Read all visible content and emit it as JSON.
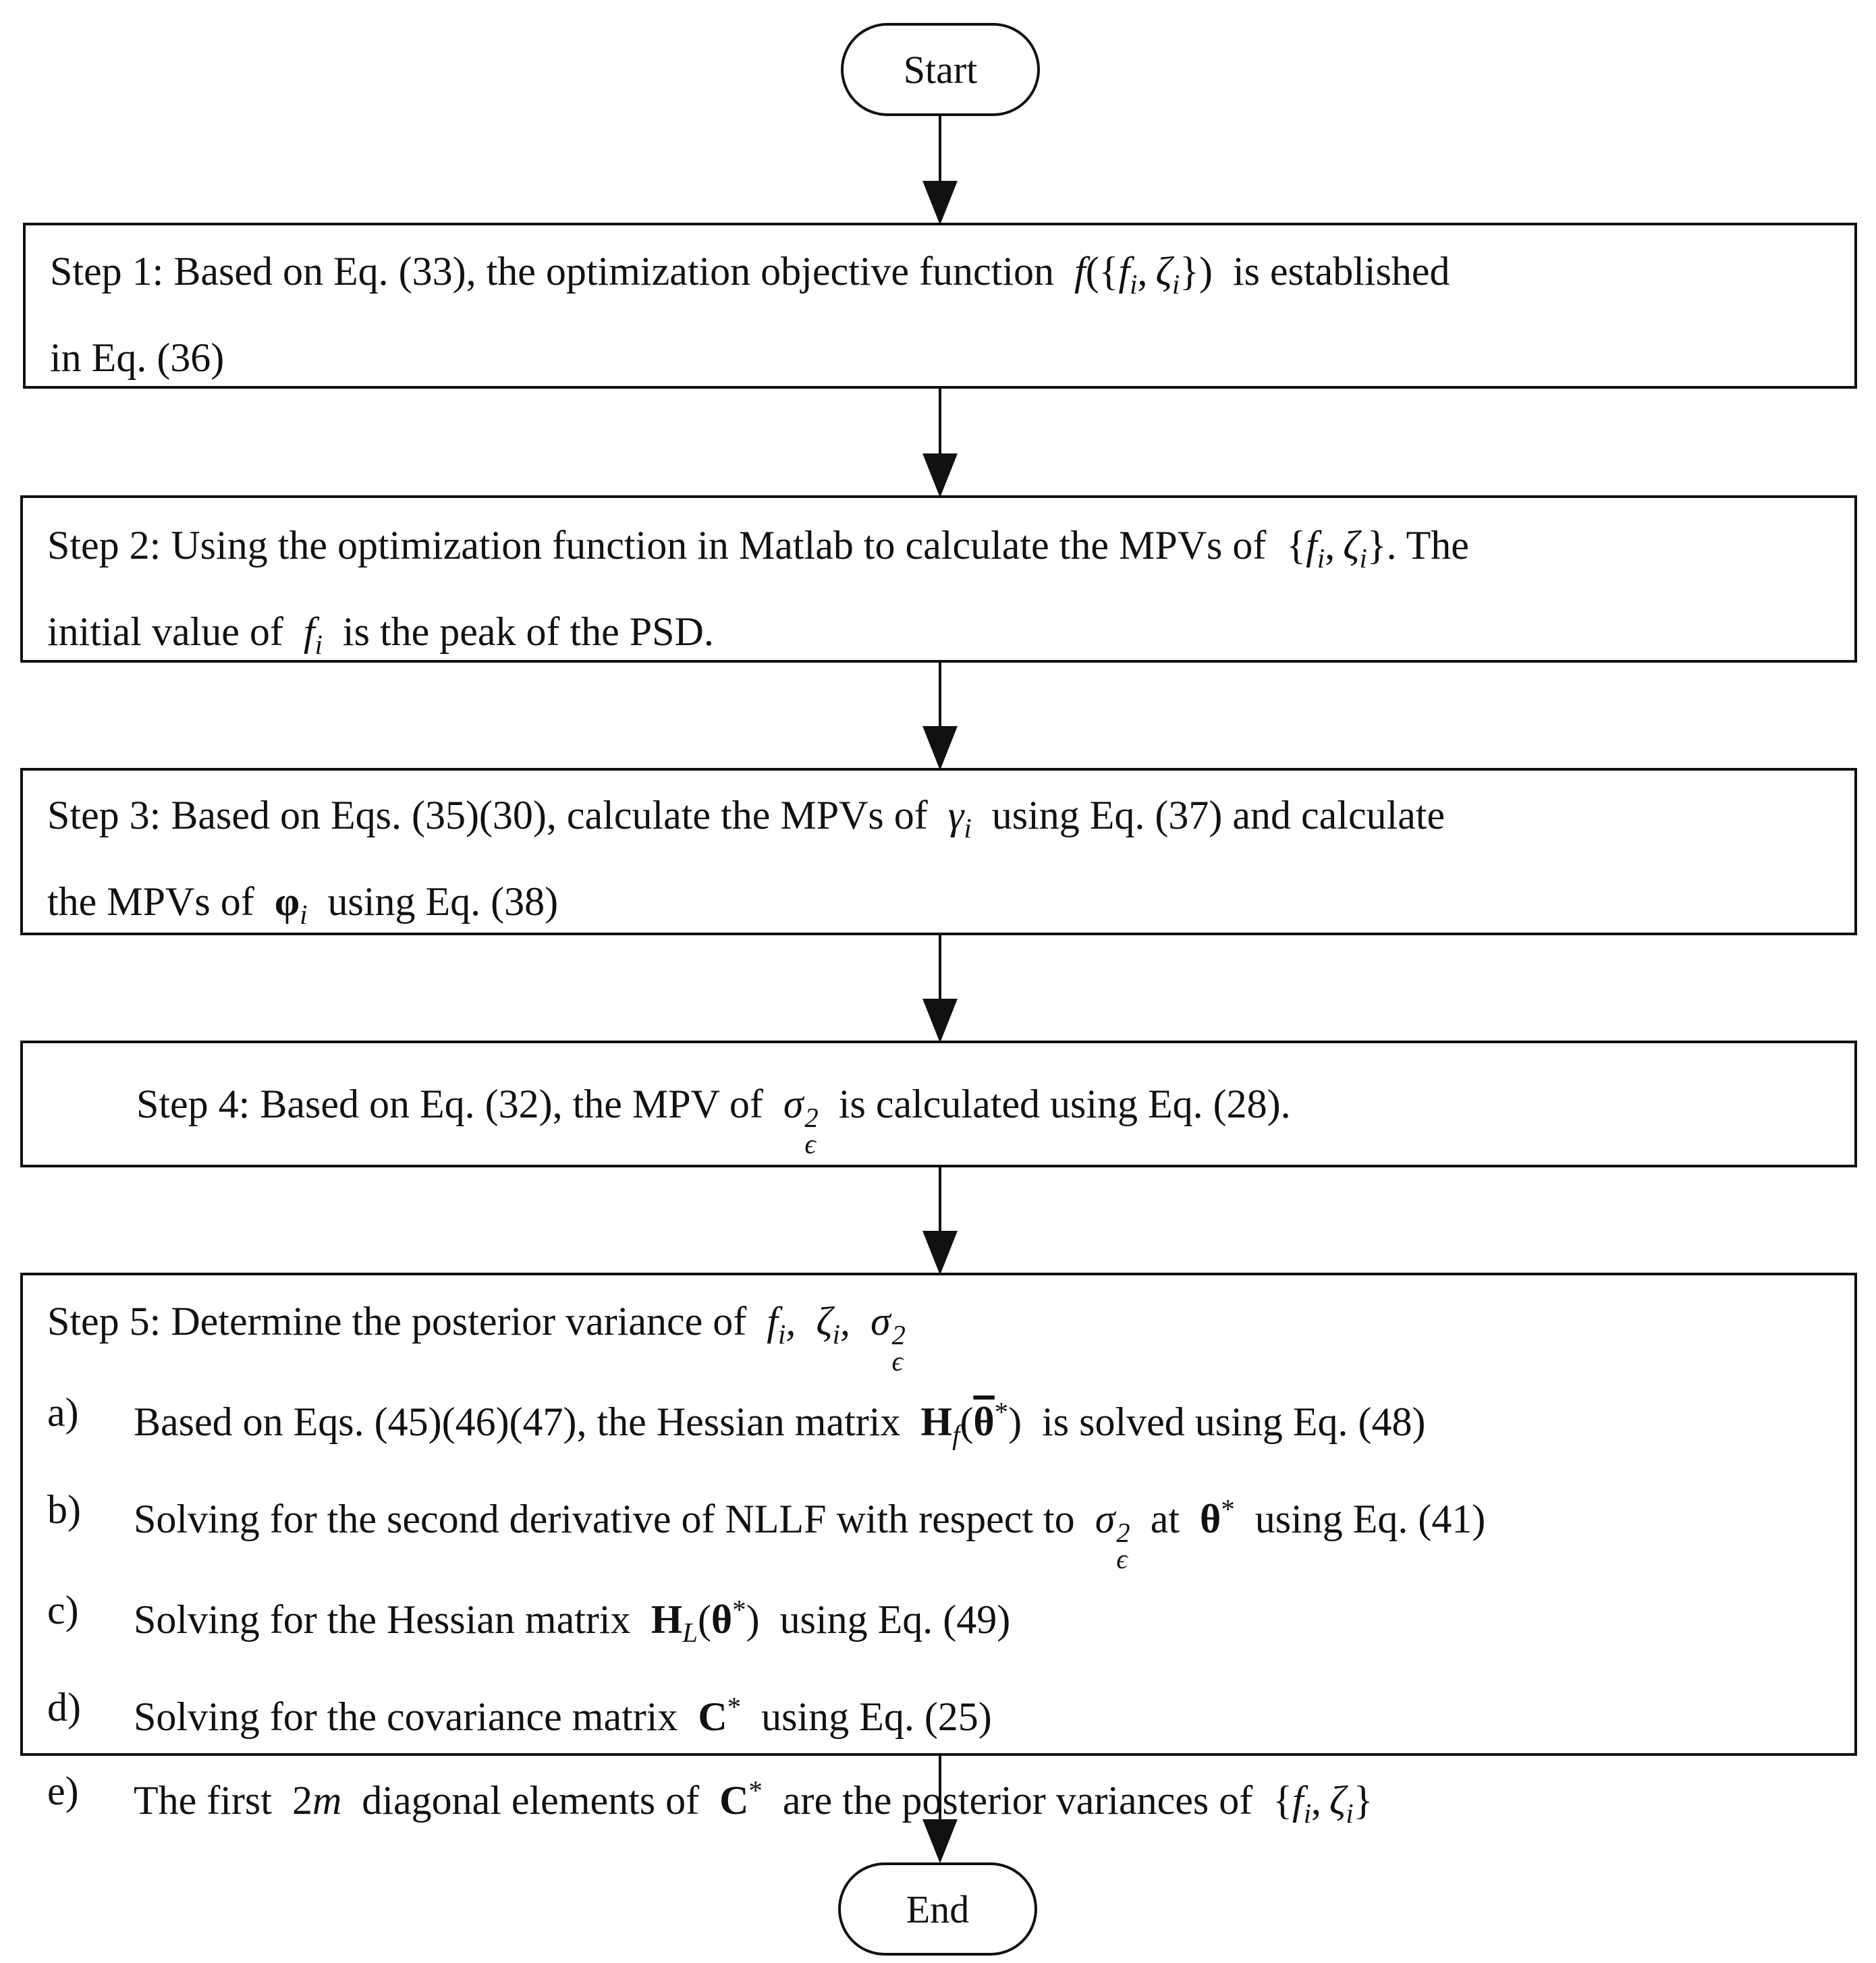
{
  "start_label": "Start",
  "end_label": "End",
  "step1": {
    "pre": "Step 1: Based on Eq. (33), the optimization objective function",
    "post": "is established",
    "line2": "in Eq. (36)"
  },
  "step2": {
    "pre": "Step 2: Using the optimization function in Matlab to calculate the MPVs of",
    "post": ". The",
    "line2_pre": "initial value of",
    "line2_post": "is the peak of the PSD."
  },
  "step3": {
    "pre": "Step 3: Based on Eqs. (35)(30), calculate the MPVs of",
    "post": "using Eq. (37) and calculate",
    "line2_pre": "the MPVs of",
    "line2_post": "using Eq. (38)"
  },
  "step4": {
    "pre": "Step 4: Based on Eq. (32), the MPV of",
    "post": "is calculated using Eq. (28)."
  },
  "step5": {
    "title": "Step 5: Determine the posterior variance of",
    "items": [
      {
        "label": "a)",
        "pre": "Based on Eqs. (45)(46)(47), the Hessian matrix",
        "post": "is solved using Eq. (48)"
      },
      {
        "label": "b)",
        "pre": "Solving for the second derivative of NLLF with respect to",
        "mid": "at",
        "post": "using Eq. (41)"
      },
      {
        "label": "c)",
        "pre": "Solving for the Hessian matrix",
        "post": "using Eq. (49)"
      },
      {
        "label": "d)",
        "pre": "Solving for the covariance matrix",
        "post": "using Eq. (25)"
      },
      {
        "label": "e)",
        "pre": "The first",
        "mid": "diagonal elements of",
        "post": "are the posterior variances of"
      }
    ]
  }
}
